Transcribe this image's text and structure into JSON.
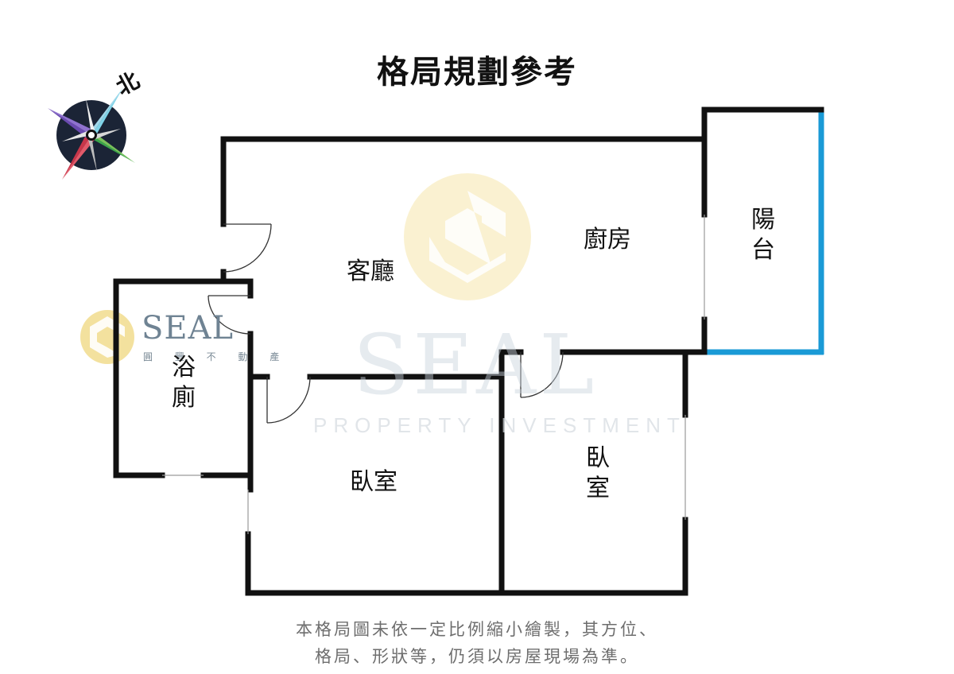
{
  "title": "格局規劃參考",
  "compass": {
    "north_label": "北",
    "icon": "compass-rose-icon"
  },
  "rooms": {
    "living_room": "客廳",
    "kitchen": "廚房",
    "balcony": "陽台",
    "bathroom": "浴廁",
    "bedroom_1": "臥室",
    "bedroom_2": "臥室"
  },
  "watermark": {
    "brand": "SEAL",
    "tagline": "PROPERTY INVESTMENT",
    "logo_subtitle": "圓 豐 不 動 產"
  },
  "disclaimer": {
    "line1": "本格局圖未依一定比例縮小繪製，其方位、",
    "line2": "格局、形狀等，仍須以房屋現場為準。"
  },
  "colors": {
    "wall": "#111111",
    "balcony_edge": "#1a9ad6",
    "watermark_gold": "#f3df9a",
    "note_text": "#6e6e6e"
  }
}
